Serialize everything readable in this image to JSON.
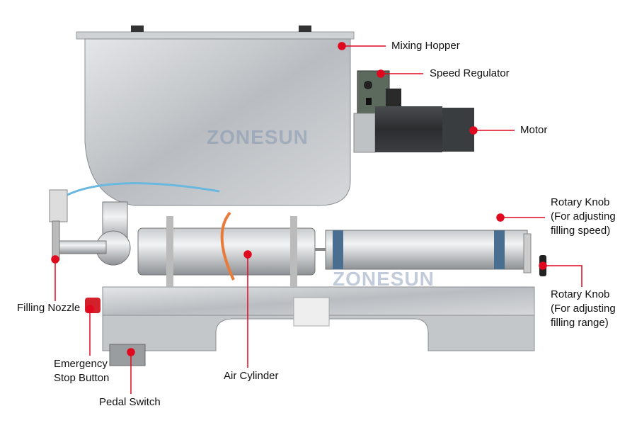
{
  "watermark": "ZONESUN",
  "accent_color": "#e0081e",
  "callouts": [
    {
      "id": "mixing-hopper",
      "lines": [
        "Mixing Hopper"
      ]
    },
    {
      "id": "speed-regulator",
      "lines": [
        "Speed Regulator"
      ]
    },
    {
      "id": "motor",
      "lines": [
        "Motor"
      ]
    },
    {
      "id": "rotary-knob-speed",
      "lines": [
        "Rotary Knob",
        "(For adjusting",
        "filling speed)"
      ]
    },
    {
      "id": "rotary-knob-range",
      "lines": [
        "Rotary Knob",
        "(For adjusting",
        "filling range)"
      ]
    },
    {
      "id": "filling-nozzle",
      "lines": [
        "Filling Nozzle"
      ]
    },
    {
      "id": "emergency-stop",
      "lines": [
        "Emergency",
        "Stop Button"
      ]
    },
    {
      "id": "pedal-switch",
      "lines": [
        "Pedal Switch"
      ]
    },
    {
      "id": "air-cylinder",
      "lines": [
        "Air Cylinder"
      ]
    }
  ]
}
